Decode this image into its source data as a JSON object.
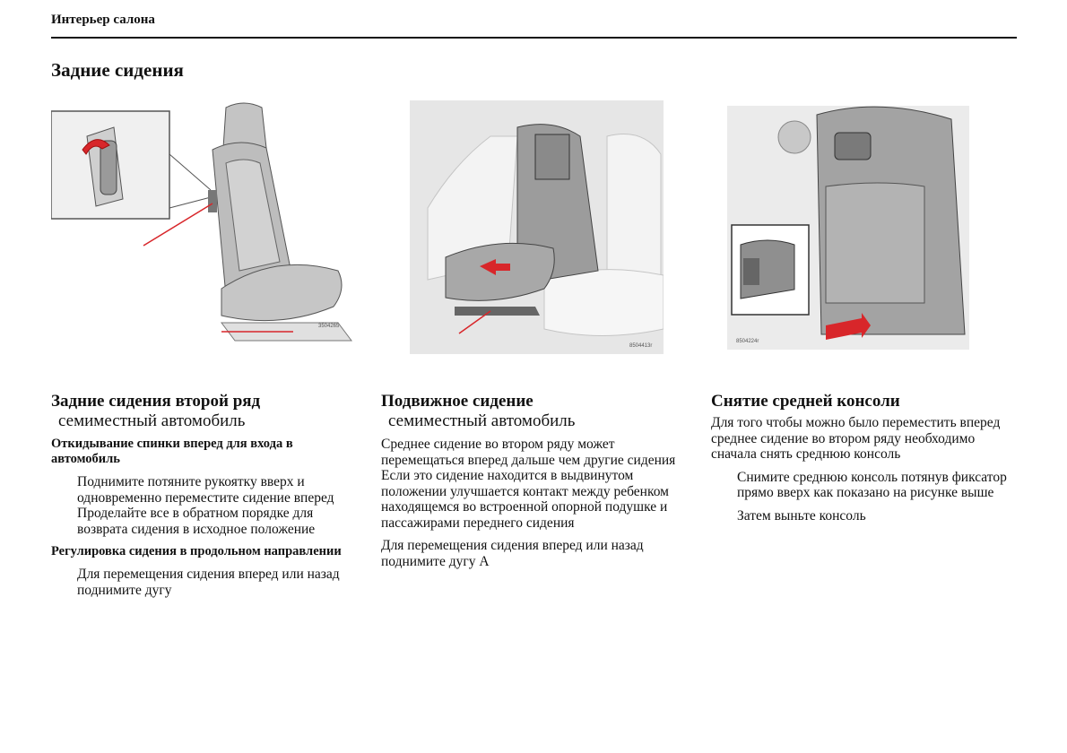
{
  "header": {
    "section": "Интерьер салона"
  },
  "page_title": "Задние сидения",
  "figures": [
    {
      "code": "3504265"
    },
    {
      "code": "8504413r"
    },
    {
      "code": "8504224r"
    }
  ],
  "col1": {
    "title": "Задние сидения    второй ряд",
    "subtitle": "семиместный автомобиль",
    "sub1": "Откидывание спинки вперед для входа в автомобиль",
    "p1": "Поднимите потяните рукоятку вверх и одновременно переместите сидение вперед  Проделайте все в обратном порядке для возврата сидения в исходное положение",
    "sub2": "Регулировка сидения в продольном направлении",
    "p2": "Для перемещения сидения вперед или назад поднимите дугу"
  },
  "col2": {
    "title": "Подвижное сидение",
    "subtitle": "семиместный автомобиль",
    "p1": "Среднее сидение во втором ряду может перемещаться вперед дальше  чем другие сидения  Если это сидение находится в выдвинутом положении  улучшается контакт между ребенком  находящемся во встроенной опорной подушке и пассажирами переднего сидения",
    "p2": "Для перемещения сидения вперед или назад поднимите дугу  А"
  },
  "col3": {
    "title": "Снятие средней консоли",
    "p1": "Для того чтобы можно было переместить вперед среднее сидение во втором ряду необходимо сначала снять среднюю консоль",
    "p2": "Снимите среднюю консоль  потянув фиксатор прямо вверх  как показано на рисунке выше",
    "p3": "Затем выньте консоль"
  }
}
